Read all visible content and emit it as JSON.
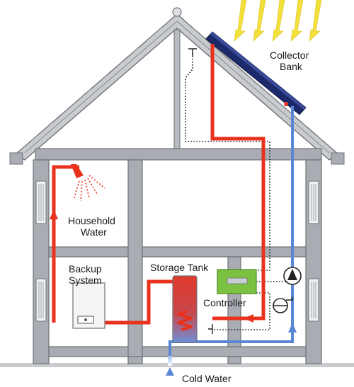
{
  "labels": {
    "collector_line1": "Collector",
    "collector_line2": "Bank",
    "household_line1": "Household",
    "household_line2": "Water",
    "backup_line1": "Backup",
    "backup_line2": "System",
    "storage_tank": "Storage Tank",
    "controller": "Controller",
    "cold_water": "Cold Water"
  },
  "colors": {
    "hot_pipe": "#e8321e",
    "cold_pipe": "#5a86d6",
    "structure": "#a9adb3",
    "structure_stroke": "#6e7276",
    "collector": "#1c2a6b",
    "controller": "#7cc242",
    "sun_rays": "#f3e03a",
    "tank_top": "#e03a2a",
    "tank_bottom": "#6f8fd8",
    "control_wire": "#222222"
  },
  "icons": {
    "sun": "sun-rays-icon",
    "shower": "shower-head-icon",
    "pump": "pump-icon",
    "expansion": "expansion-vessel-icon",
    "sensor": "temperature-sensor-icon",
    "inlet": "cold-water-inlet-icon"
  }
}
